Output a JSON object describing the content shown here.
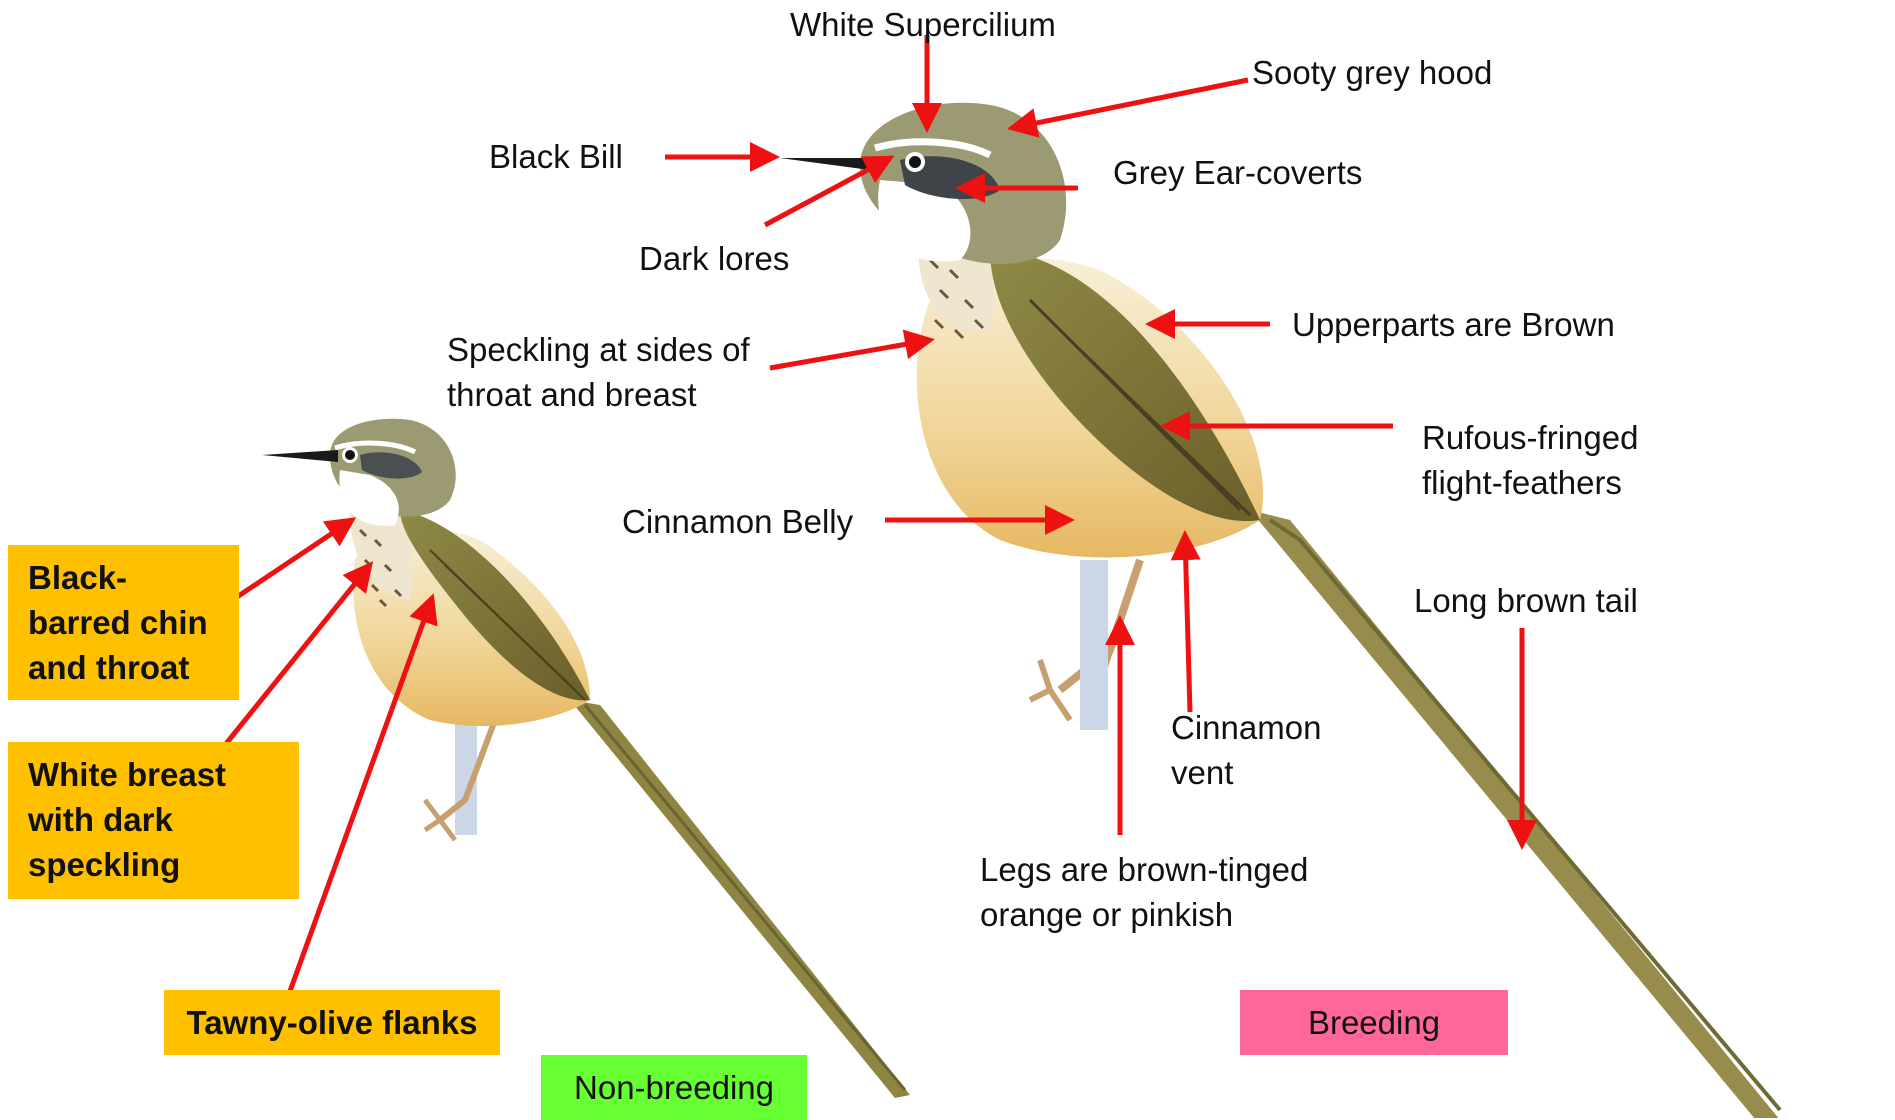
{
  "labels": {
    "white_supercilium": "White Supercilium",
    "sooty_grey_hood": "Sooty grey hood",
    "black_bill": "Black Bill",
    "grey_ear_coverts": "Grey Ear-coverts",
    "dark_lores": "Dark lores",
    "upperparts": "Upperparts are Brown",
    "speckling": "Speckling at sides of\nthroat and breast",
    "rufous_fringed": "Rufous-fringed\nflight-feathers",
    "cinnamon_belly": "Cinnamon Belly",
    "long_tail": "Long brown tail",
    "cinnamon_vent": "Cinnamon\nvent",
    "legs": "Legs are  brown-tinged\norange or pinkish"
  },
  "boxes": {
    "black_barred": "Black-\nbarred chin\nand throat",
    "white_breast": "White breast\nwith dark\nspeckling",
    "tawny_flanks": "Tawny-olive flanks"
  },
  "tags": {
    "non_breeding": "Non-breeding",
    "breeding": "Breeding"
  },
  "colors": {
    "arrow": "#ee1111",
    "box_orange": "#ffc000",
    "tag_green": "#66ff33",
    "tag_pink": "#ff6699"
  }
}
